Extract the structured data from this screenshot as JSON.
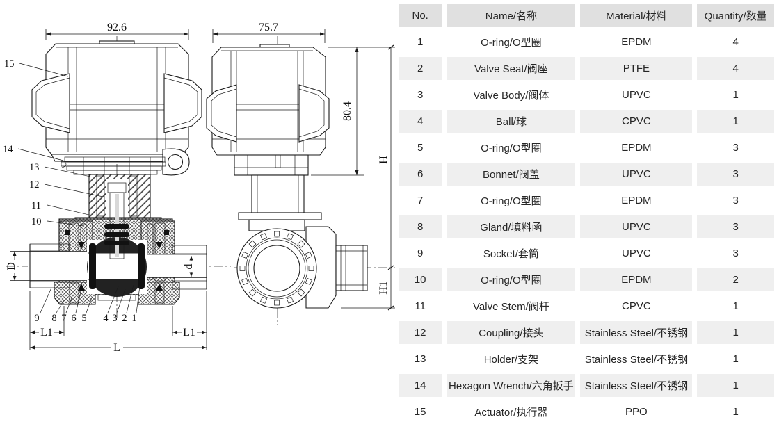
{
  "colors": {
    "header_bg": "#e0e0e0",
    "row_alt_bg": "#efefef",
    "drawing_line": "#1a1a1a"
  },
  "drawing": {
    "front_view": {
      "width_dim": "92.6",
      "left_callouts": [
        "15",
        "14",
        "13",
        "12",
        "11",
        "10"
      ],
      "bottom_callouts": [
        "9",
        "8",
        "7",
        "6",
        "5",
        "4",
        "3",
        "2",
        "1"
      ],
      "outer_diameter_label": "D",
      "inner_diameter_label": "d",
      "socket_length_left_label": "L1",
      "socket_length_right_label": "L1",
      "total_length_label": "L"
    },
    "side_view": {
      "width_dim": "75.7",
      "actuator_height_dim": "80.4",
      "center_to_top_label": "H",
      "center_to_bottom_label": "H1"
    }
  },
  "table": {
    "headers": [
      "No.",
      "Name/名称",
      "Material/材料",
      "Quantity/数量"
    ],
    "rows": [
      [
        "1",
        "O-ring/O型圈",
        "EPDM",
        "4"
      ],
      [
        "2",
        "Valve Seat/阀座",
        "PTFE",
        "4"
      ],
      [
        "3",
        "Valve Body/阀体",
        "UPVC",
        "1"
      ],
      [
        "4",
        "Ball/球",
        "CPVC",
        "1"
      ],
      [
        "5",
        "O-ring/O型圈",
        "EPDM",
        "3"
      ],
      [
        "6",
        "Bonnet/阀盖",
        "UPVC",
        "3"
      ],
      [
        "7",
        "O-ring/O型圈",
        "EPDM",
        "3"
      ],
      [
        "8",
        "Gland/填料函",
        "UPVC",
        "3"
      ],
      [
        "9",
        "Socket/套筒",
        "UPVC",
        "3"
      ],
      [
        "10",
        "O-ring/O型圈",
        "EPDM",
        "2"
      ],
      [
        "11",
        "Valve Stem/阀杆",
        "CPVC",
        "1"
      ],
      [
        "12",
        "Coupling/接头",
        "Stainless Steel/不锈钢",
        "1"
      ],
      [
        "13",
        "Holder/支架",
        "Stainless Steel/不锈钢",
        "1"
      ],
      [
        "14",
        "Hexagon Wrench/六角扳手",
        "Stainless Steel/不锈钢",
        "1"
      ],
      [
        "15",
        "Actuator/执行器",
        "PPO",
        "1"
      ]
    ]
  }
}
